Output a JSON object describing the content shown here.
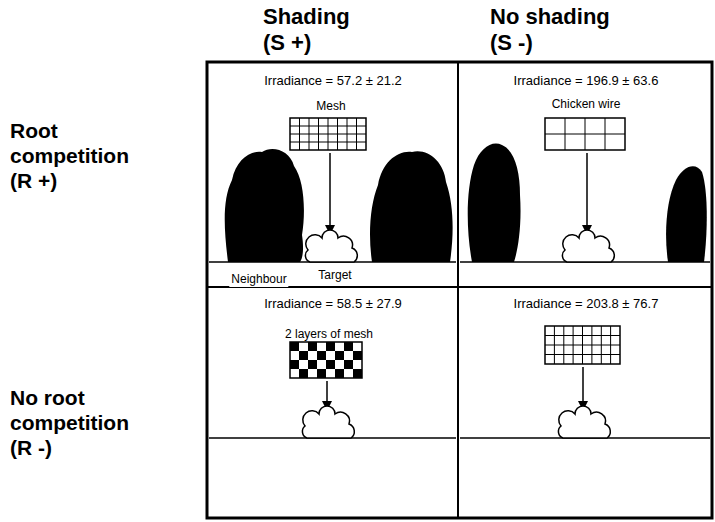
{
  "diagram": {
    "nodes": [
      {
        "text": [
          "Irradiance = 57.2 ± 21.2",
          "Mesh",
          "Target",
          "Neighbour"
        ]
      },
      {
        "text": [
          "Irradiance = 196.9 ± 63.6",
          "Chicken wire"
        ]
      },
      {
        "text": [
          "Irradiance = 58.5 ± 27.9",
          "2 layers of mesh"
        ]
      },
      {
        "text": [
          "Irradiance = 203.8 ± 76.7"
        ]
      }
    ],
    "labels": [
      "Shading (S +)",
      "No shading (S -)",
      "Root competition (R +)",
      "No root competition (R -)"
    ]
  }
}
